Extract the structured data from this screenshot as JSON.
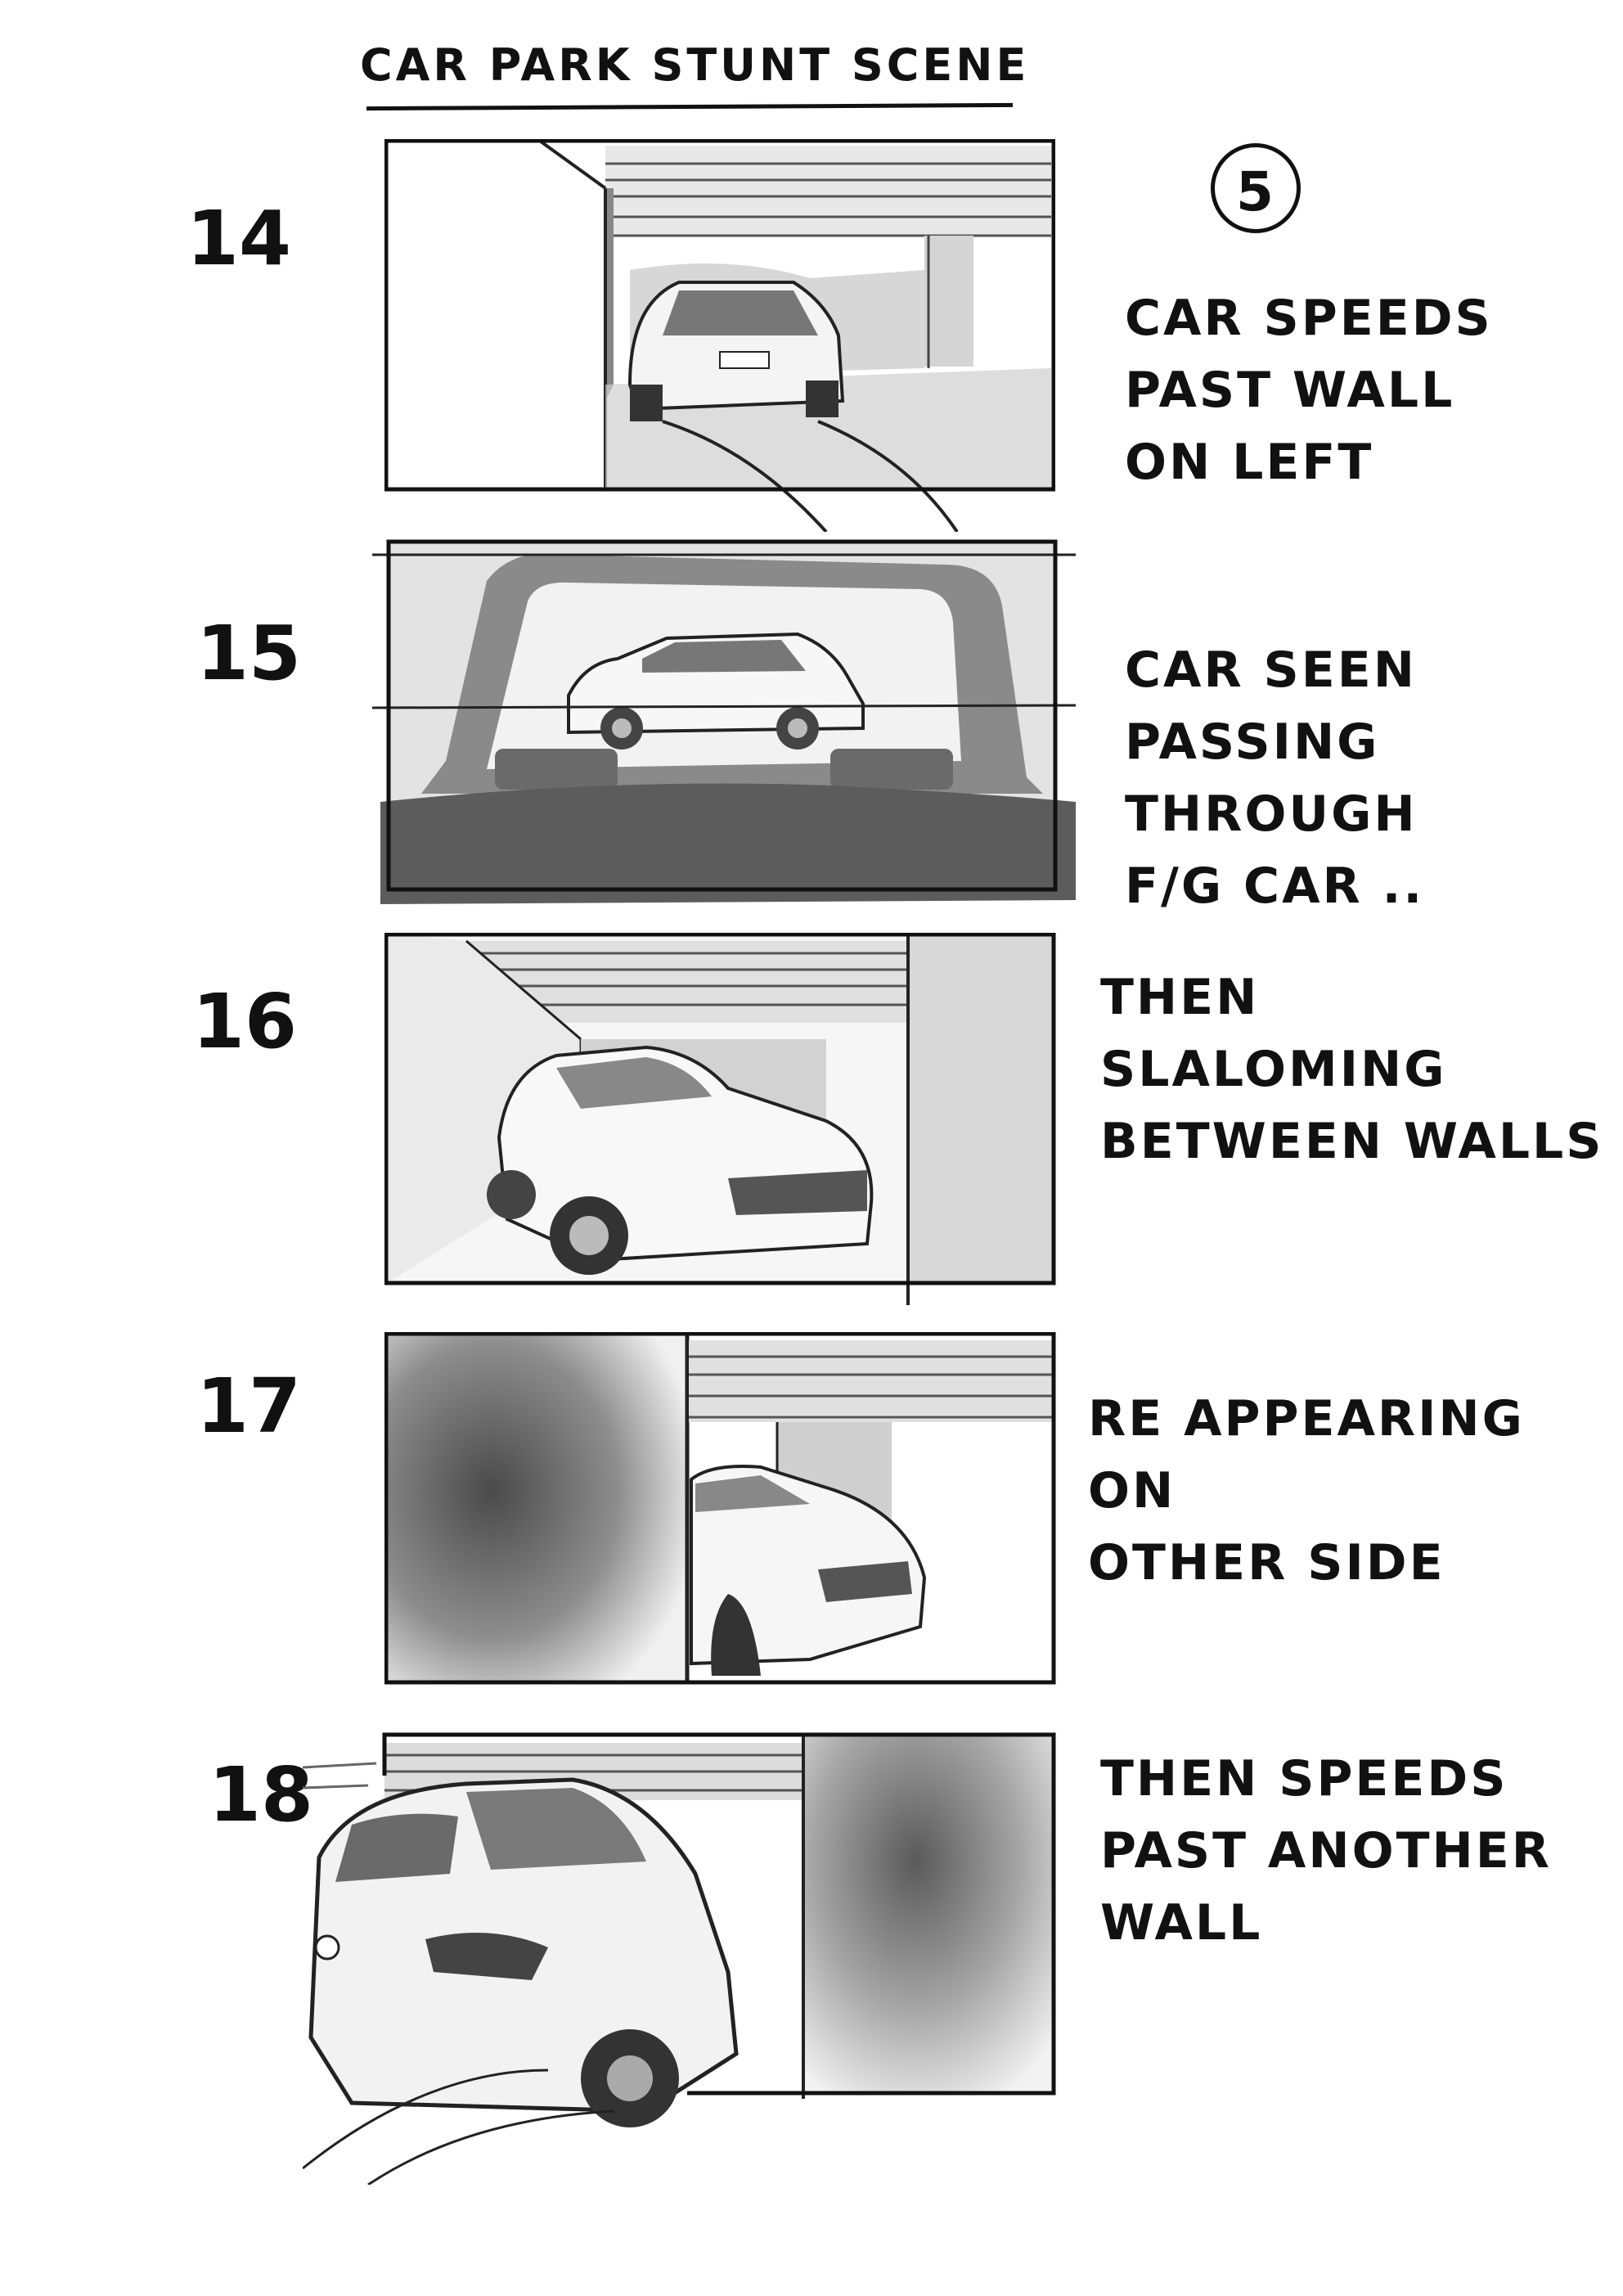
{
  "title": "CAR PARK STUNT SCENE",
  "page_number": "5",
  "panels": [
    {
      "shot": "14",
      "note": "CAR SPEEDS\nPAST WALL\nON LEFT"
    },
    {
      "shot": "15",
      "note": "CAR SEEN\nPASSING THROUGH\nF/G CAR .."
    },
    {
      "shot": "16",
      "note": "THEN SLALOMING\nBETWEEN WALLS"
    },
    {
      "shot": "17",
      "note": "RE APPEARING ON\nOTHER SIDE"
    },
    {
      "shot": "18",
      "note": "THEN SPEEDS\nPAST ANOTHER\nWALL"
    }
  ]
}
